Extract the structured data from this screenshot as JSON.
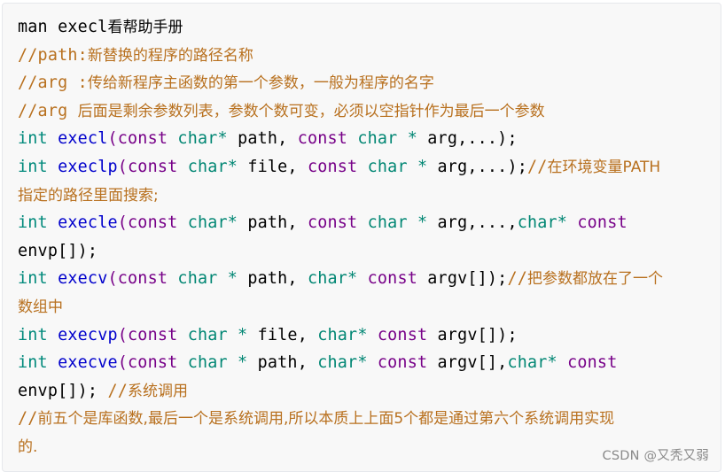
{
  "code_block": {
    "colors": {
      "background": "#f8f8f8",
      "border": "#e6e8ec",
      "plain": "#000000",
      "keyword_int": "#00897b",
      "keyword_type": "#008673",
      "keyword_const": "#770088",
      "function_name": "#0000cc",
      "comment": "#b8701e"
    },
    "lines": [
      {
        "tokens": [
          {
            "t": "man execl",
            "k": "plain"
          },
          {
            "t": "看帮助手册",
            "k": "plain-cjk"
          }
        ]
      },
      {
        "tokens": [
          {
            "t": "//path:",
            "k": "cm"
          },
          {
            "t": "新替换的程序的路径名称",
            "k": "cm-cjk"
          }
        ]
      },
      {
        "tokens": [
          {
            "t": "//arg :",
            "k": "cm"
          },
          {
            "t": "传给新程序主函数的第一个参数，一般为程序的名字",
            "k": "cm-cjk"
          }
        ]
      },
      {
        "tokens": [
          {
            "t": "//arg ",
            "k": "cm"
          },
          {
            "t": "后面是剩余参数列表，参数个数可变，必须以空指针作为最后一个参数",
            "k": "cm-cjk"
          }
        ]
      },
      {
        "tokens": [
          {
            "t": "int",
            "k": "kw-int"
          },
          {
            "t": " ",
            "k": "plain"
          },
          {
            "t": "execl",
            "k": "fn"
          },
          {
            "t": "(",
            "k": "kw-const"
          },
          {
            "t": "const",
            "k": "kw-const"
          },
          {
            "t": " ",
            "k": "plain"
          },
          {
            "t": "char*",
            "k": "kw-type"
          },
          {
            "t": " path, ",
            "k": "plain"
          },
          {
            "t": "const",
            "k": "kw-const"
          },
          {
            "t": " ",
            "k": "plain"
          },
          {
            "t": "char *",
            "k": "kw-type"
          },
          {
            "t": " arg,...);",
            "k": "plain"
          }
        ]
      },
      {
        "tokens": [
          {
            "t": "int",
            "k": "kw-int"
          },
          {
            "t": " ",
            "k": "plain"
          },
          {
            "t": "execlp",
            "k": "fn"
          },
          {
            "t": "(",
            "k": "kw-const"
          },
          {
            "t": "const",
            "k": "kw-const"
          },
          {
            "t": " ",
            "k": "plain"
          },
          {
            "t": "char*",
            "k": "kw-type"
          },
          {
            "t": " file, ",
            "k": "plain"
          },
          {
            "t": "const",
            "k": "kw-const"
          },
          {
            "t": " ",
            "k": "plain"
          },
          {
            "t": "char *",
            "k": "kw-type"
          },
          {
            "t": " arg,...);",
            "k": "plain"
          },
          {
            "t": "//",
            "k": "cm"
          },
          {
            "t": "在环境变量PATH",
            "k": "cm-cjk"
          }
        ]
      },
      {
        "tokens": [
          {
            "t": "指定的路径里面搜索;",
            "k": "cm-cjk"
          }
        ]
      },
      {
        "tokens": [
          {
            "t": "int",
            "k": "kw-int"
          },
          {
            "t": " ",
            "k": "plain"
          },
          {
            "t": "execle",
            "k": "fn"
          },
          {
            "t": "(",
            "k": "kw-const"
          },
          {
            "t": "const",
            "k": "kw-const"
          },
          {
            "t": " ",
            "k": "plain"
          },
          {
            "t": "char*",
            "k": "kw-type"
          },
          {
            "t": " path, ",
            "k": "plain"
          },
          {
            "t": "const",
            "k": "kw-const"
          },
          {
            "t": " ",
            "k": "plain"
          },
          {
            "t": "char *",
            "k": "kw-type"
          },
          {
            "t": " arg,...,",
            "k": "plain"
          },
          {
            "t": "char*",
            "k": "kw-type"
          },
          {
            "t": " ",
            "k": "plain"
          },
          {
            "t": "const",
            "k": "kw-const"
          }
        ]
      },
      {
        "tokens": [
          {
            "t": "envp[]);",
            "k": "plain"
          }
        ]
      },
      {
        "tokens": [
          {
            "t": "int",
            "k": "kw-int"
          },
          {
            "t": " ",
            "k": "plain"
          },
          {
            "t": "execv",
            "k": "fn"
          },
          {
            "t": "(",
            "k": "kw-const"
          },
          {
            "t": "const",
            "k": "kw-const"
          },
          {
            "t": " ",
            "k": "plain"
          },
          {
            "t": "char *",
            "k": "kw-type"
          },
          {
            "t": " path, ",
            "k": "plain"
          },
          {
            "t": "char*",
            "k": "kw-type"
          },
          {
            "t": " ",
            "k": "plain"
          },
          {
            "t": "const",
            "k": "kw-const"
          },
          {
            "t": " argv[]);",
            "k": "plain"
          },
          {
            "t": "//",
            "k": "cm"
          },
          {
            "t": "把参数都放在了一个",
            "k": "cm-cjk"
          }
        ]
      },
      {
        "tokens": [
          {
            "t": "数组中",
            "k": "cm-cjk"
          }
        ]
      },
      {
        "tokens": [
          {
            "t": "int",
            "k": "kw-int"
          },
          {
            "t": " ",
            "k": "plain"
          },
          {
            "t": "execvp",
            "k": "fn"
          },
          {
            "t": "(",
            "k": "kw-const"
          },
          {
            "t": "const",
            "k": "kw-const"
          },
          {
            "t": " ",
            "k": "plain"
          },
          {
            "t": "char *",
            "k": "kw-type"
          },
          {
            "t": " file, ",
            "k": "plain"
          },
          {
            "t": "char*",
            "k": "kw-type"
          },
          {
            "t": " ",
            "k": "plain"
          },
          {
            "t": "const",
            "k": "kw-const"
          },
          {
            "t": " argv[]);",
            "k": "plain"
          }
        ]
      },
      {
        "tokens": [
          {
            "t": "int",
            "k": "kw-int"
          },
          {
            "t": " ",
            "k": "plain"
          },
          {
            "t": "execve",
            "k": "fn"
          },
          {
            "t": "(",
            "k": "kw-const"
          },
          {
            "t": "const",
            "k": "kw-const"
          },
          {
            "t": " ",
            "k": "plain"
          },
          {
            "t": "char *",
            "k": "kw-type"
          },
          {
            "t": " path, ",
            "k": "plain"
          },
          {
            "t": "char*",
            "k": "kw-type"
          },
          {
            "t": " ",
            "k": "plain"
          },
          {
            "t": "const",
            "k": "kw-const"
          },
          {
            "t": " argv[],",
            "k": "plain"
          },
          {
            "t": "char*",
            "k": "kw-type"
          },
          {
            "t": " ",
            "k": "plain"
          },
          {
            "t": "const",
            "k": "kw-const"
          }
        ]
      },
      {
        "tokens": [
          {
            "t": "envp[]); ",
            "k": "plain"
          },
          {
            "t": "//",
            "k": "cm"
          },
          {
            "t": "系统调用",
            "k": "cm-cjk"
          }
        ]
      },
      {
        "tokens": [
          {
            "t": "//",
            "k": "cm"
          },
          {
            "t": "前五个是库函数,最后一个是系统调用,所以本质上上面5个都是通过第六个系统调用实现",
            "k": "cm-cjk"
          }
        ]
      },
      {
        "tokens": [
          {
            "t": "的.",
            "k": "cm-cjk"
          }
        ]
      }
    ]
  },
  "watermark": {
    "text": "CSDN @又秃又弱"
  }
}
